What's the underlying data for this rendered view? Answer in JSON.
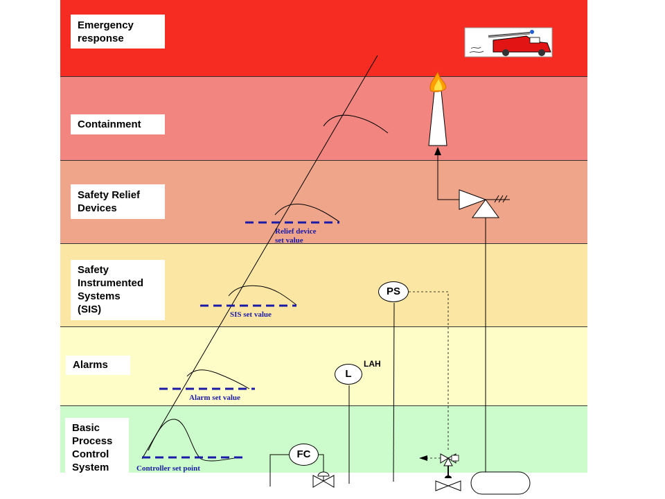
{
  "layers": [
    {
      "id": "emergency",
      "label": "Emergency\nresponse",
      "color": "#f62b21"
    },
    {
      "id": "containment",
      "label": "Containment",
      "color": "#f2857f"
    },
    {
      "id": "relief",
      "label": "Safety Relief\nDevices",
      "color": "#efa589"
    },
    {
      "id": "sis",
      "label": "Safety\nInstrumented\nSystems\n(SIS)",
      "color": "#fbe7a3"
    },
    {
      "id": "alarms",
      "label": "Alarms",
      "color": "#fefcc7"
    },
    {
      "id": "bpcs",
      "label": "Basic\nProcess\nControl\nSystem",
      "color": "#ccfbcc"
    }
  ],
  "set_values": {
    "relief": "Relief device\n set value",
    "sis": "SIS set value",
    "alarm": "Alarm set value",
    "controller": "Controller set point"
  },
  "instruments": {
    "ps": "PS",
    "level": "L",
    "lah": "LAH",
    "fc": "FC"
  },
  "colors": {
    "dash": "#1a1aa8",
    "flame": "#ffa000"
  },
  "icons": {
    "fire_truck": "fire-truck-icon",
    "flare": "flare-stack-icon",
    "relief_valve": "relief-valve-icon",
    "control_valve": "control-valve-icon",
    "vessel": "vessel-icon"
  }
}
